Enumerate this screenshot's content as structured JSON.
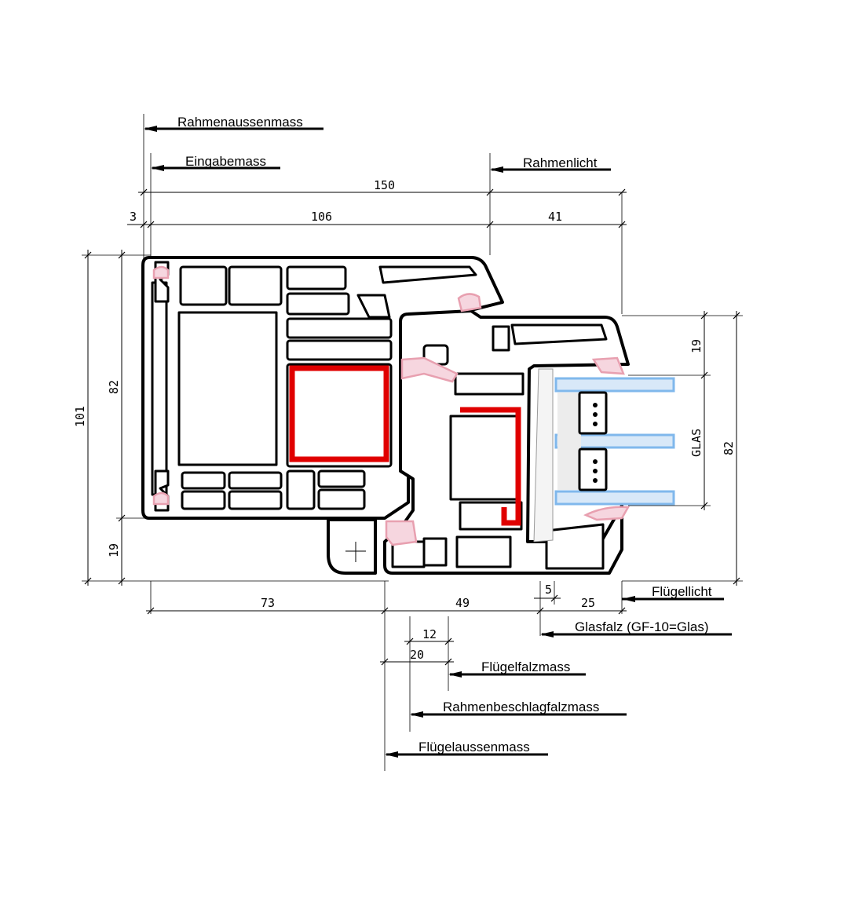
{
  "labels": {
    "rahmenaussenmass": "Rahmenaussenmass",
    "eingabemass": "Eingabemass",
    "rahmenlicht": "Rahmenlicht",
    "fluegellicht": "Flügellicht",
    "glasfalz": "Glasfalz (GF-10=Glas)",
    "fluegelfalzmass": "Flügelfalzmass",
    "rahmenbeschlagfalzmass": "Rahmenbeschlagfalzmass",
    "fluegelaussenmass": "Flügelaussenmass",
    "glas": "GLAS"
  },
  "dimensions": {
    "d150": "150",
    "d3": "3",
    "d106": "106",
    "d41": "41",
    "d101": "101",
    "d82_left": "82",
    "d19_left": "19",
    "d19_right": "19",
    "d82_right": "82",
    "d73": "73",
    "d49": "49",
    "d5": "5",
    "d25": "25",
    "d12": "12",
    "d20": "20"
  },
  "colors": {
    "steel_reinforcement": "#e00000",
    "seal": "#e8a0b0",
    "glass": "#80b8ec",
    "profile": "#000000"
  }
}
